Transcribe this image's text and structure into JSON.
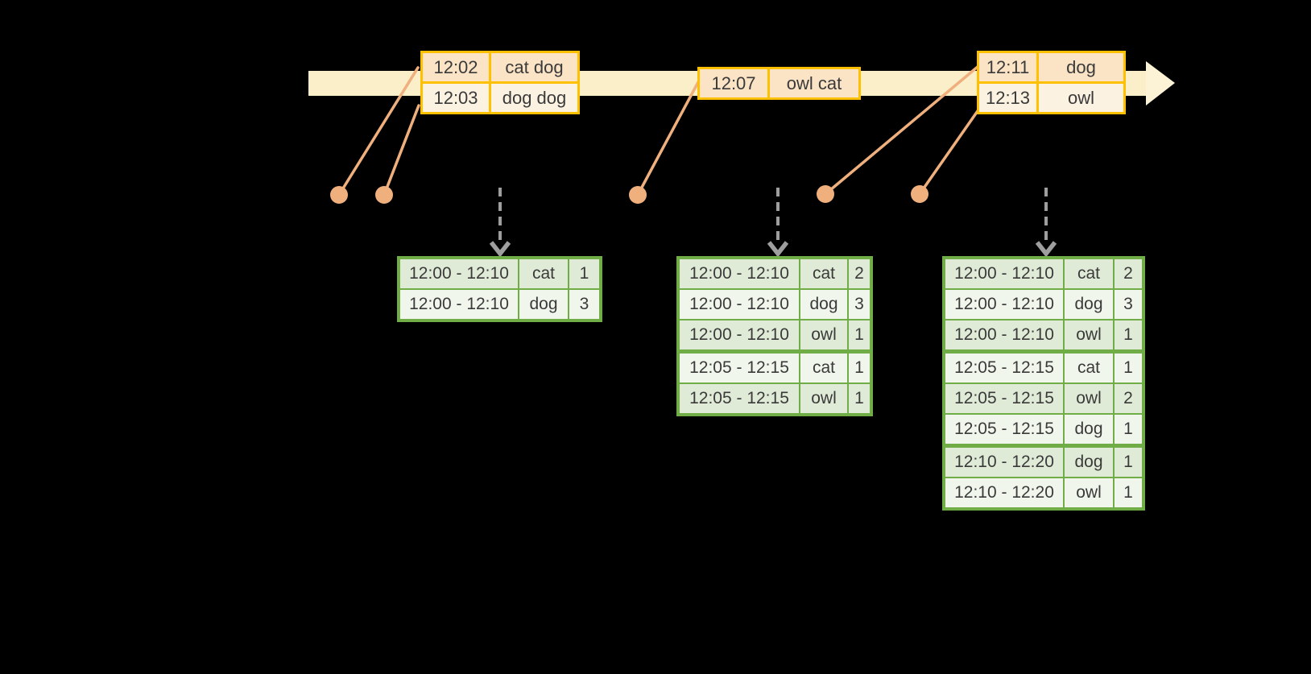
{
  "colors": {
    "background": "#000000",
    "timeline_fill": "#FAEFC9",
    "timeline_arrowhead_fill": "#FCF3D6",
    "event_table_border": "#FFC000",
    "event_row_fill_dark": "#FBE3C5",
    "event_row_fill_light": "#FCF2E2",
    "event_marker": "#F0B07E",
    "result_table_border": "#70AD47",
    "result_row_fill_dark": "#E0EBD7",
    "result_row_fill_light": "#F1F6EC",
    "trigger_arrow_gray": "#9E9E9E",
    "table_text": "#3A3A3A"
  },
  "event_tables": [
    {
      "rows": [
        {
          "time": "12:02",
          "words": "cat dog"
        },
        {
          "time": "12:03",
          "words": "dog dog"
        }
      ]
    },
    {
      "rows": [
        {
          "time": "12:07",
          "words": "owl cat"
        }
      ]
    },
    {
      "rows": [
        {
          "time": "12:11",
          "words": "dog"
        },
        {
          "time": "12:13",
          "words": "owl"
        }
      ]
    }
  ],
  "result_tables": [
    {
      "rows": [
        {
          "window": "12:00 - 12:10",
          "word": "cat",
          "count": "1"
        },
        {
          "window": "12:00 - 12:10",
          "word": "dog",
          "count": "3"
        }
      ]
    },
    {
      "rows": [
        {
          "window": "12:00 - 12:10",
          "word": "cat",
          "count": "2"
        },
        {
          "window": "12:00 - 12:10",
          "word": "dog",
          "count": "3"
        },
        {
          "window": "12:00 - 12:10",
          "word": "owl",
          "count": "1"
        },
        {
          "window": "12:05 - 12:15",
          "word": "cat",
          "count": "1",
          "sep": true
        },
        {
          "window": "12:05 - 12:15",
          "word": "owl",
          "count": "1"
        }
      ]
    },
    {
      "rows": [
        {
          "window": "12:00 - 12:10",
          "word": "cat",
          "count": "2"
        },
        {
          "window": "12:00 - 12:10",
          "word": "dog",
          "count": "3"
        },
        {
          "window": "12:00 - 12:10",
          "word": "owl",
          "count": "1"
        },
        {
          "window": "12:05 - 12:15",
          "word": "cat",
          "count": "1",
          "sep": true
        },
        {
          "window": "12:05 - 12:15",
          "word": "owl",
          "count": "2"
        },
        {
          "window": "12:05 - 12:15",
          "word": "dog",
          "count": "1"
        },
        {
          "window": "12:10 - 12:20",
          "word": "dog",
          "count": "1",
          "sep": true
        },
        {
          "window": "12:10 - 12:20",
          "word": "owl",
          "count": "1"
        }
      ]
    }
  ]
}
